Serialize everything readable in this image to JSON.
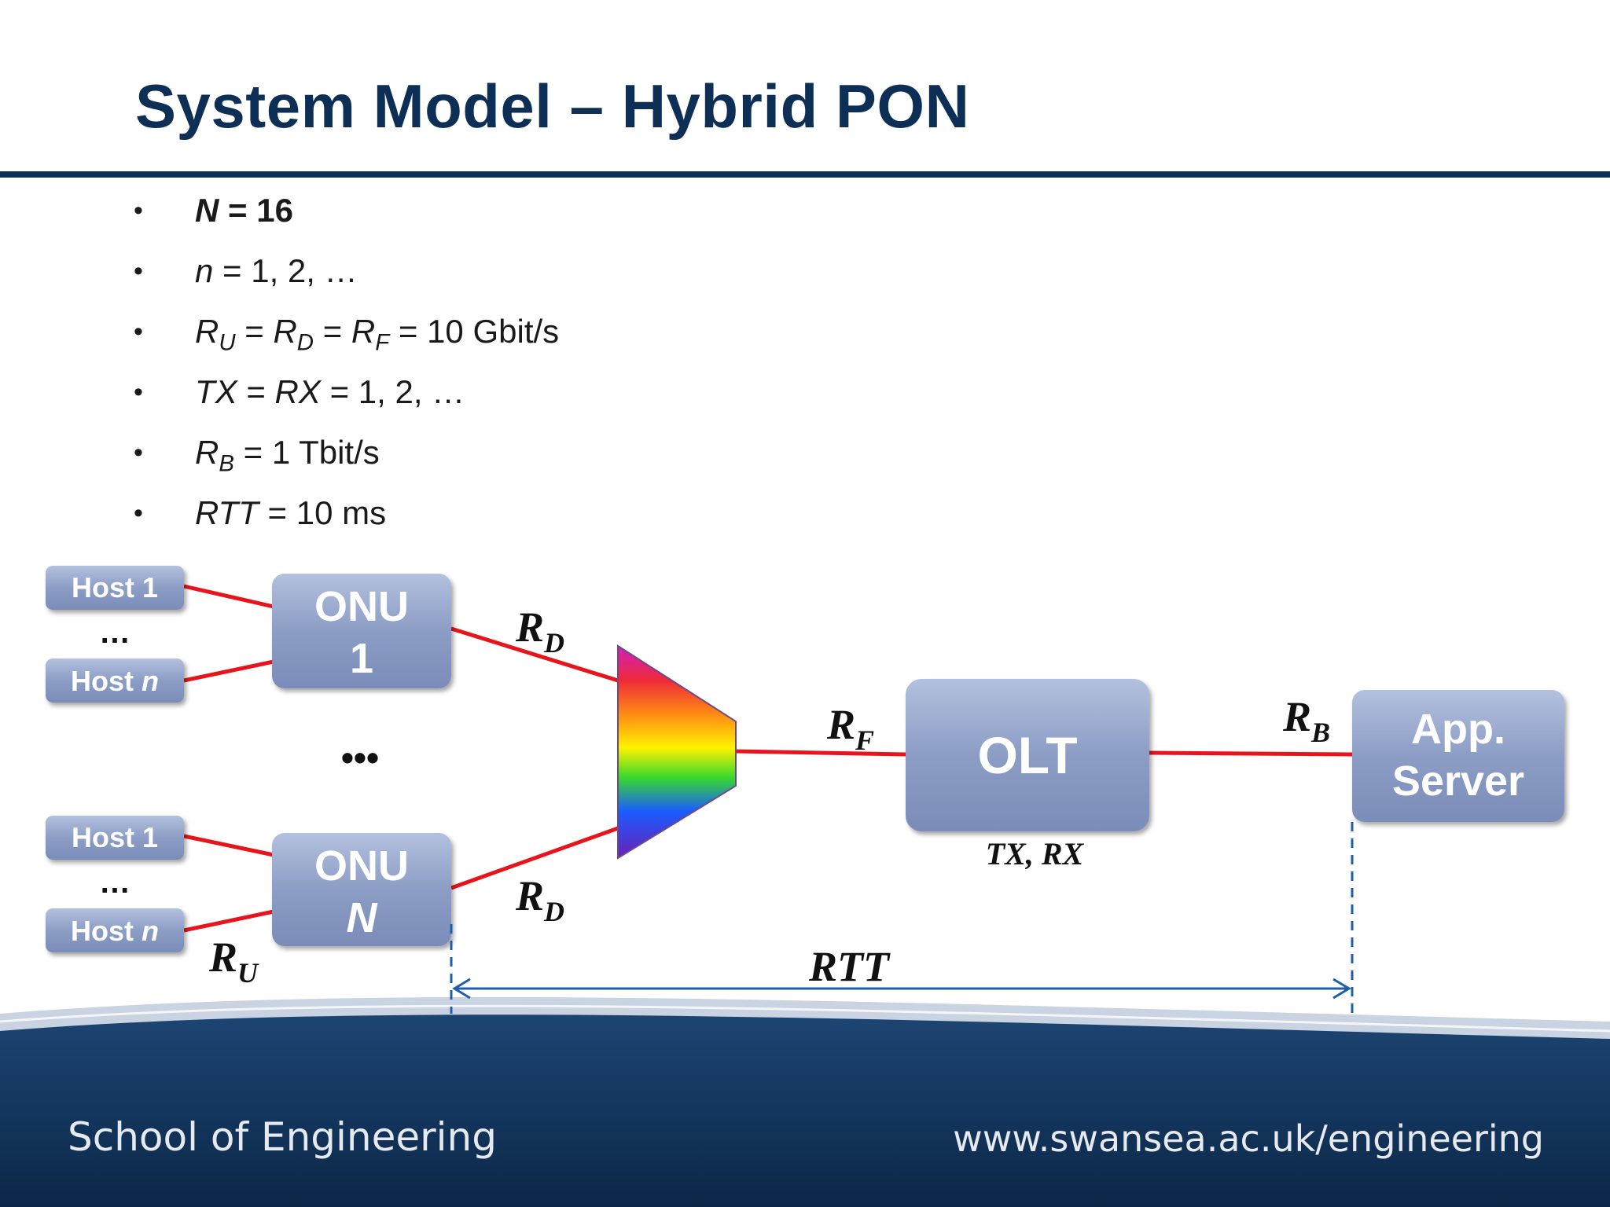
{
  "slide": {
    "title": "System Model – Hybrid PON"
  },
  "params": [
    {
      "pre": "",
      "v1": "N",
      "s1": "",
      "mid": " = 16",
      "bold": true
    },
    {
      "pre": "",
      "v1": "n",
      "s1": "",
      "mid": " = 1, 2, …"
    },
    {
      "v1": "R",
      "s1": "U",
      "eq1": " = ",
      "v2": "R",
      "s2": "D",
      "eq2": " = ",
      "v3": "R",
      "s3": "F",
      "tail": " = 10 Gbit/s"
    },
    {
      "v1": "TX",
      "eq1": " = ",
      "v2": "RX",
      "tail": " = 1, 2, …"
    },
    {
      "v1": "R",
      "s1": "B",
      "tail": " = 1 Tbit/s"
    },
    {
      "v1": "RTT",
      "tail": " = 10 ms"
    }
  ],
  "diagram": {
    "host_top_1": "Host 1",
    "host_top_n": "Host n",
    "host_bot_1": "Host 1",
    "host_bot_n": "Host n",
    "host_prefix": "Host ",
    "host_var": "n",
    "dots": "…",
    "dots_mid": "•••",
    "onu1_line1": "ONU",
    "onu1_line2": "1",
    "onuN_line1": "ONU",
    "onuN_line2": "N",
    "olt": "OLT",
    "app_line1": "App.",
    "app_line2": "Server",
    "label_R": "R",
    "sub_D": "D",
    "sub_F": "F",
    "sub_B": "B",
    "sub_U": "U",
    "olt_caption": "TX, RX",
    "rtt": "RTT"
  },
  "colors": {
    "title": "#0e2f55",
    "link": "#e8141c",
    "box": "#8f9fc4",
    "dashed": "#1f5fa8",
    "footer_band": "#0e2f55"
  },
  "footer": {
    "left": "School of Engineering",
    "right": "www.swansea.ac.uk/engineering"
  }
}
